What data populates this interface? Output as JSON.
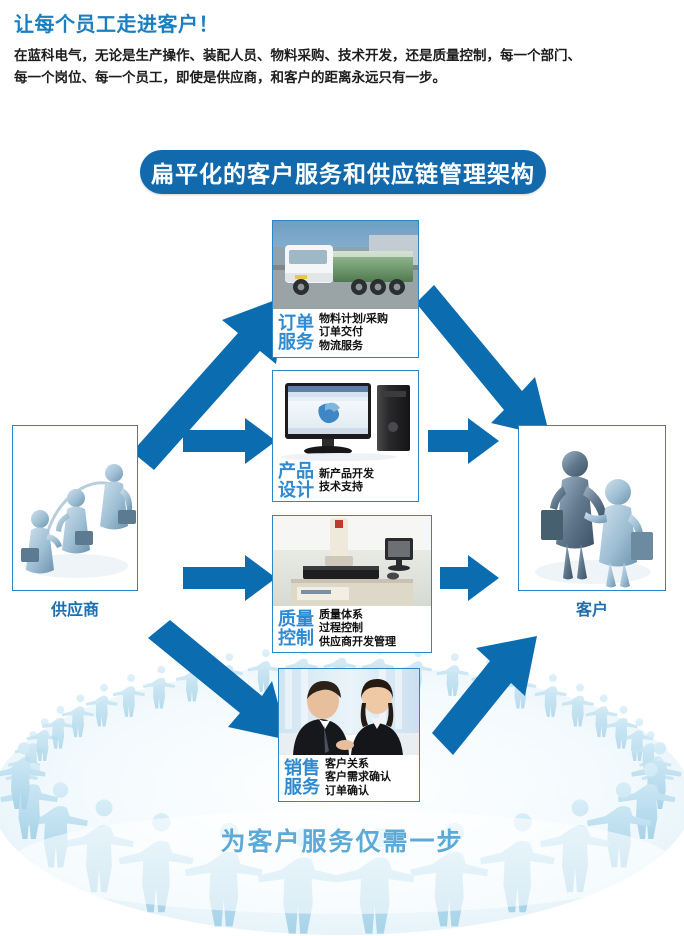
{
  "header": {
    "title": "让每个员工走进客户！",
    "paragraph_lines": [
      "在蓝科电气，无论是生产操作、装配人员、物料采购、技术开发，还是质量控制，每一个部门、",
      "每一个岗位、每一个员工，即使是供应商，和客户的距离永远只有一步。"
    ]
  },
  "banner": {
    "text": "扁平化的客户服务和供应链管理架构"
  },
  "supplier": {
    "label": "供应商",
    "image_alt": "三个立体小人手持公文包示意图"
  },
  "customer": {
    "label": "客户",
    "image_alt": "两个立体小人握手示意图"
  },
  "nodes": [
    {
      "id": "order-service",
      "title_line1": "订单",
      "title_line2": "服务",
      "details": [
        "物料计划/采购",
        "订单交付",
        "物流服务"
      ],
      "image_alt": "白色沃尔沃半挂货运卡车照片"
    },
    {
      "id": "product-design",
      "title_line1": "产品",
      "title_line2": "设计",
      "details": [
        "新产品开发",
        "技术支持"
      ],
      "image_alt": "台式电脑显示三维设计软件照片"
    },
    {
      "id": "quality-control",
      "title_line1": "质量",
      "title_line2": "控制",
      "details": [
        "质量体系",
        "过程控制",
        "供应商开发管理"
      ],
      "image_alt": "影像测量仪质检设备照片"
    },
    {
      "id": "sales-service",
      "title_line1": "销售",
      "title_line2": "服务",
      "details": [
        "客户关系",
        "客户需求确认",
        "订单确认"
      ],
      "image_alt": "男女两位业务人员洽谈照片"
    }
  ],
  "slogan": {
    "text": "为客户服务仅需一步"
  },
  "colors": {
    "arrow_blue": "#0c6cb0",
    "banner_blue": "#1269ab",
    "heading_blue": "#1a7fc1",
    "node_border": "#2c87c9",
    "node_title": "#2f8ad1",
    "side_label": "#1d6fb0",
    "slogan_blue": "#5da9d8",
    "crowd_blue": "#b9dcee"
  }
}
